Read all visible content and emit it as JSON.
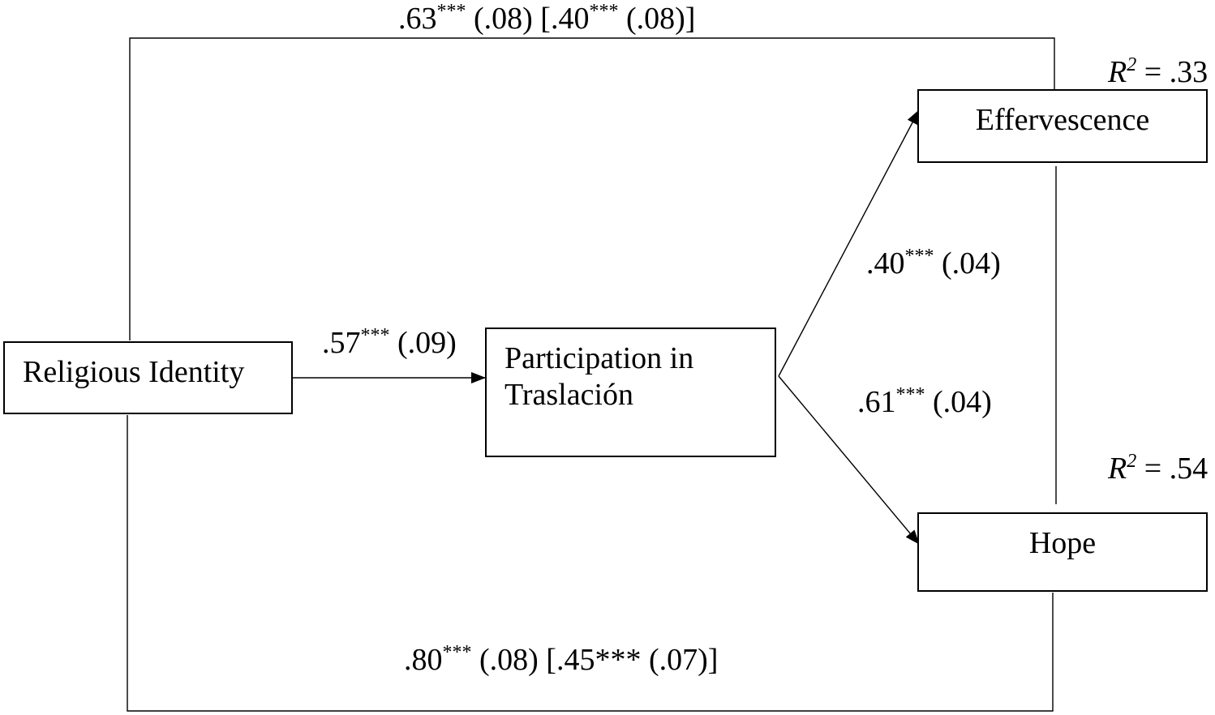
{
  "nodes": {
    "religious_identity": "Religious Identity",
    "participation_line1": "Participation in",
    "participation_line2": "Traslación",
    "effervescence": "Effervescence",
    "hope": "Hope"
  },
  "paths": {
    "top_direct": {
      "coef": ".63",
      "sig": "***",
      "se": " (.08) [.40",
      "sig2": "***",
      "se2": " (.08)]"
    },
    "bottom_direct": {
      "coef": ".80",
      "sig": "***",
      "rest": " (.08) [.45*** (.07)]"
    },
    "ri_to_participation": {
      "coef": ".57",
      "sig": "***",
      "se": " (.09)"
    },
    "participation_to_effervescence": {
      "coef": ".40",
      "sig": "***",
      "se": " (.04)"
    },
    "participation_to_hope": {
      "coef": ".61",
      "sig": "***",
      "se": " (.04)"
    }
  },
  "r_squared": {
    "effervescence": {
      "label": "R",
      "exp": "2",
      "value": " = .33"
    },
    "hope": {
      "label": "R",
      "exp": "2",
      "value": " = .54"
    }
  }
}
